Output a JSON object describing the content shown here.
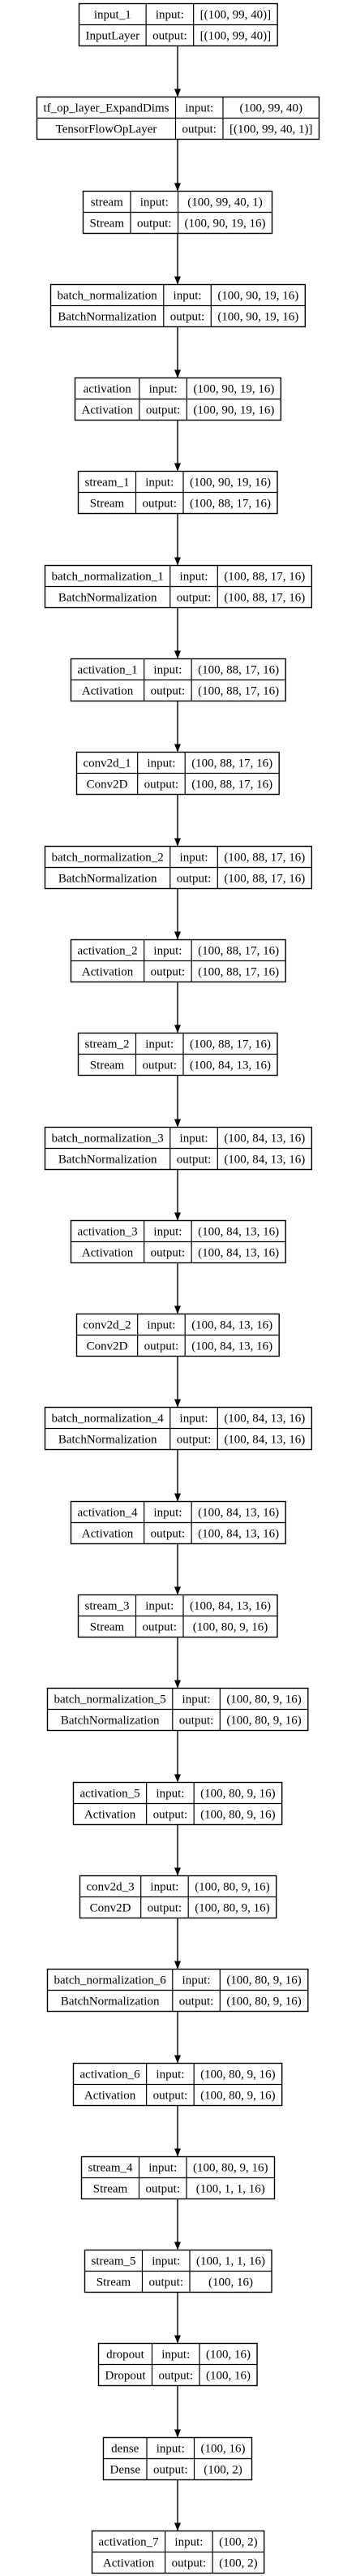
{
  "model_diagram": {
    "layers": [
      {
        "name": "input_1",
        "type": "InputLayer",
        "in_label": "input:",
        "out_label": "output:",
        "input": "[(100, 99, 40)]",
        "output": "[(100, 99, 40)]"
      },
      {
        "name": "tf_op_layer_ExpandDims",
        "type": "TensorFlowOpLayer",
        "in_label": "input:",
        "out_label": "output:",
        "input": "(100, 99, 40)",
        "output": "[(100, 99, 40, 1)]"
      },
      {
        "name": "stream",
        "type": "Stream",
        "in_label": "input:",
        "out_label": "output:",
        "input": "(100, 99, 40, 1)",
        "output": "(100, 90, 19, 16)"
      },
      {
        "name": "batch_normalization",
        "type": "BatchNormalization",
        "in_label": "input:",
        "out_label": "output:",
        "input": "(100, 90, 19, 16)",
        "output": "(100, 90, 19, 16)"
      },
      {
        "name": "activation",
        "type": "Activation",
        "in_label": "input:",
        "out_label": "output:",
        "input": "(100, 90, 19, 16)",
        "output": "(100, 90, 19, 16)"
      },
      {
        "name": "stream_1",
        "type": "Stream",
        "in_label": "input:",
        "out_label": "output:",
        "input": "(100, 90, 19, 16)",
        "output": "(100, 88, 17, 16)"
      },
      {
        "name": "batch_normalization_1",
        "type": "BatchNormalization",
        "in_label": "input:",
        "out_label": "output:",
        "input": "(100, 88, 17, 16)",
        "output": "(100, 88, 17, 16)"
      },
      {
        "name": "activation_1",
        "type": "Activation",
        "in_label": "input:",
        "out_label": "output:",
        "input": "(100, 88, 17, 16)",
        "output": "(100, 88, 17, 16)"
      },
      {
        "name": "conv2d_1",
        "type": "Conv2D",
        "in_label": "input:",
        "out_label": "output:",
        "input": "(100, 88, 17, 16)",
        "output": "(100, 88, 17, 16)"
      },
      {
        "name": "batch_normalization_2",
        "type": "BatchNormalization",
        "in_label": "input:",
        "out_label": "output:",
        "input": "(100, 88, 17, 16)",
        "output": "(100, 88, 17, 16)"
      },
      {
        "name": "activation_2",
        "type": "Activation",
        "in_label": "input:",
        "out_label": "output:",
        "input": "(100, 88, 17, 16)",
        "output": "(100, 88, 17, 16)"
      },
      {
        "name": "stream_2",
        "type": "Stream",
        "in_label": "input:",
        "out_label": "output:",
        "input": "(100, 88, 17, 16)",
        "output": "(100, 84, 13, 16)"
      },
      {
        "name": "batch_normalization_3",
        "type": "BatchNormalization",
        "in_label": "input:",
        "out_label": "output:",
        "input": "(100, 84, 13, 16)",
        "output": "(100, 84, 13, 16)"
      },
      {
        "name": "activation_3",
        "type": "Activation",
        "in_label": "input:",
        "out_label": "output:",
        "input": "(100, 84, 13, 16)",
        "output": "(100, 84, 13, 16)"
      },
      {
        "name": "conv2d_2",
        "type": "Conv2D",
        "in_label": "input:",
        "out_label": "output:",
        "input": "(100, 84, 13, 16)",
        "output": "(100, 84, 13, 16)"
      },
      {
        "name": "batch_normalization_4",
        "type": "BatchNormalization",
        "in_label": "input:",
        "out_label": "output:",
        "input": "(100, 84, 13, 16)",
        "output": "(100, 84, 13, 16)"
      },
      {
        "name": "activation_4",
        "type": "Activation",
        "in_label": "input:",
        "out_label": "output:",
        "input": "(100, 84, 13, 16)",
        "output": "(100, 84, 13, 16)"
      },
      {
        "name": "stream_3",
        "type": "Stream",
        "in_label": "input:",
        "out_label": "output:",
        "input": "(100, 84, 13, 16)",
        "output": "(100, 80, 9, 16)"
      },
      {
        "name": "batch_normalization_5",
        "type": "BatchNormalization",
        "in_label": "input:",
        "out_label": "output:",
        "input": "(100, 80, 9, 16)",
        "output": "(100, 80, 9, 16)"
      },
      {
        "name": "activation_5",
        "type": "Activation",
        "in_label": "input:",
        "out_label": "output:",
        "input": "(100, 80, 9, 16)",
        "output": "(100, 80, 9, 16)"
      },
      {
        "name": "conv2d_3",
        "type": "Conv2D",
        "in_label": "input:",
        "out_label": "output:",
        "input": "(100, 80, 9, 16)",
        "output": "(100, 80, 9, 16)"
      },
      {
        "name": "batch_normalization_6",
        "type": "BatchNormalization",
        "in_label": "input:",
        "out_label": "output:",
        "input": "(100, 80, 9, 16)",
        "output": "(100, 80, 9, 16)"
      },
      {
        "name": "activation_6",
        "type": "Activation",
        "in_label": "input:",
        "out_label": "output:",
        "input": "(100, 80, 9, 16)",
        "output": "(100, 80, 9, 16)"
      },
      {
        "name": "stream_4",
        "type": "Stream",
        "in_label": "input:",
        "out_label": "output:",
        "input": "(100, 80, 9, 16)",
        "output": "(100, 1, 1, 16)"
      },
      {
        "name": "stream_5",
        "type": "Stream",
        "in_label": "input:",
        "out_label": "output:",
        "input": "(100, 1, 1, 16)",
        "output": "(100, 16)"
      },
      {
        "name": "dropout",
        "type": "Dropout",
        "in_label": "input:",
        "out_label": "output:",
        "input": "(100, 16)",
        "output": "(100, 16)"
      },
      {
        "name": "dense",
        "type": "Dense",
        "in_label": "input:",
        "out_label": "output:",
        "input": "(100, 16)",
        "output": "(100, 2)"
      },
      {
        "name": "activation_7",
        "type": "Activation",
        "in_label": "input:",
        "out_label": "output:",
        "input": "(100, 2)",
        "output": "(100, 2)"
      }
    ]
  }
}
